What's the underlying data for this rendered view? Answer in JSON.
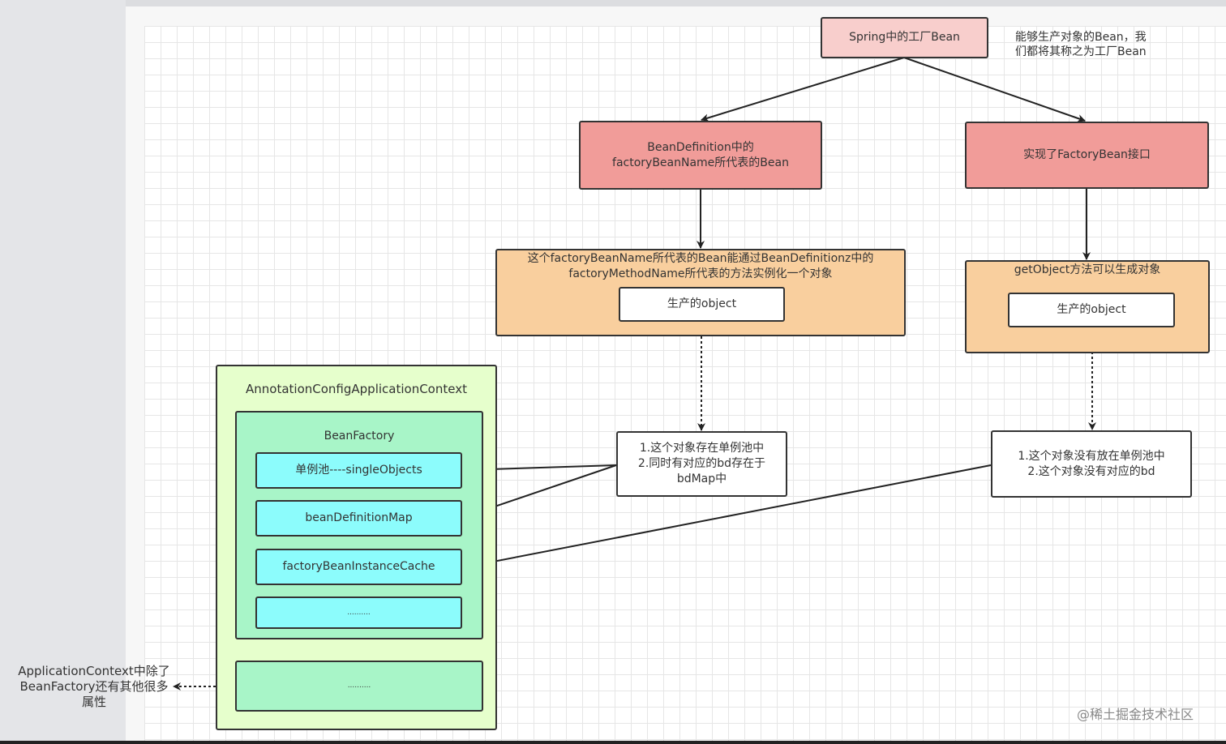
{
  "nodes": {
    "root": "Spring中的工厂Bean",
    "root_note": "能够生产对象的Bean，我\n们都将其称之为工厂Bean",
    "bd_factory": "BeanDefinition中的\nfactoryBeanName所代表的Bean",
    "factory_bean_iface": "实现了FactoryBean接口",
    "left_container": "这个factoryBeanName所代表的Bean能通过BeanDefinitionz中的\nfactoryMethodName所代表的方法实例化一个对象",
    "left_object": "生产的object",
    "right_container": "getObject方法可以生成对象",
    "right_object": "生产的object",
    "left_result": "1.这个对象存在单例池中\n2.同时有对应的bd存在于\nbdMap中",
    "right_result": "1.这个对象没有放在单例池中\n2.这个对象没有对应的bd",
    "context": "AnnotationConfigApplicationContext",
    "bean_factory": "BeanFactory",
    "single_objects": "单例池----singleObjects",
    "bean_definition_map": "beanDefinitionMap",
    "factory_bean_instance_cache": "factoryBeanInstanceCache",
    "bf_more": "..........",
    "ctx_more": "..........",
    "ctx_note": "ApplicationContext中除了\nBeanFactory还有其他很多\n属性"
  },
  "watermark": "@稀土掘金技术社区"
}
